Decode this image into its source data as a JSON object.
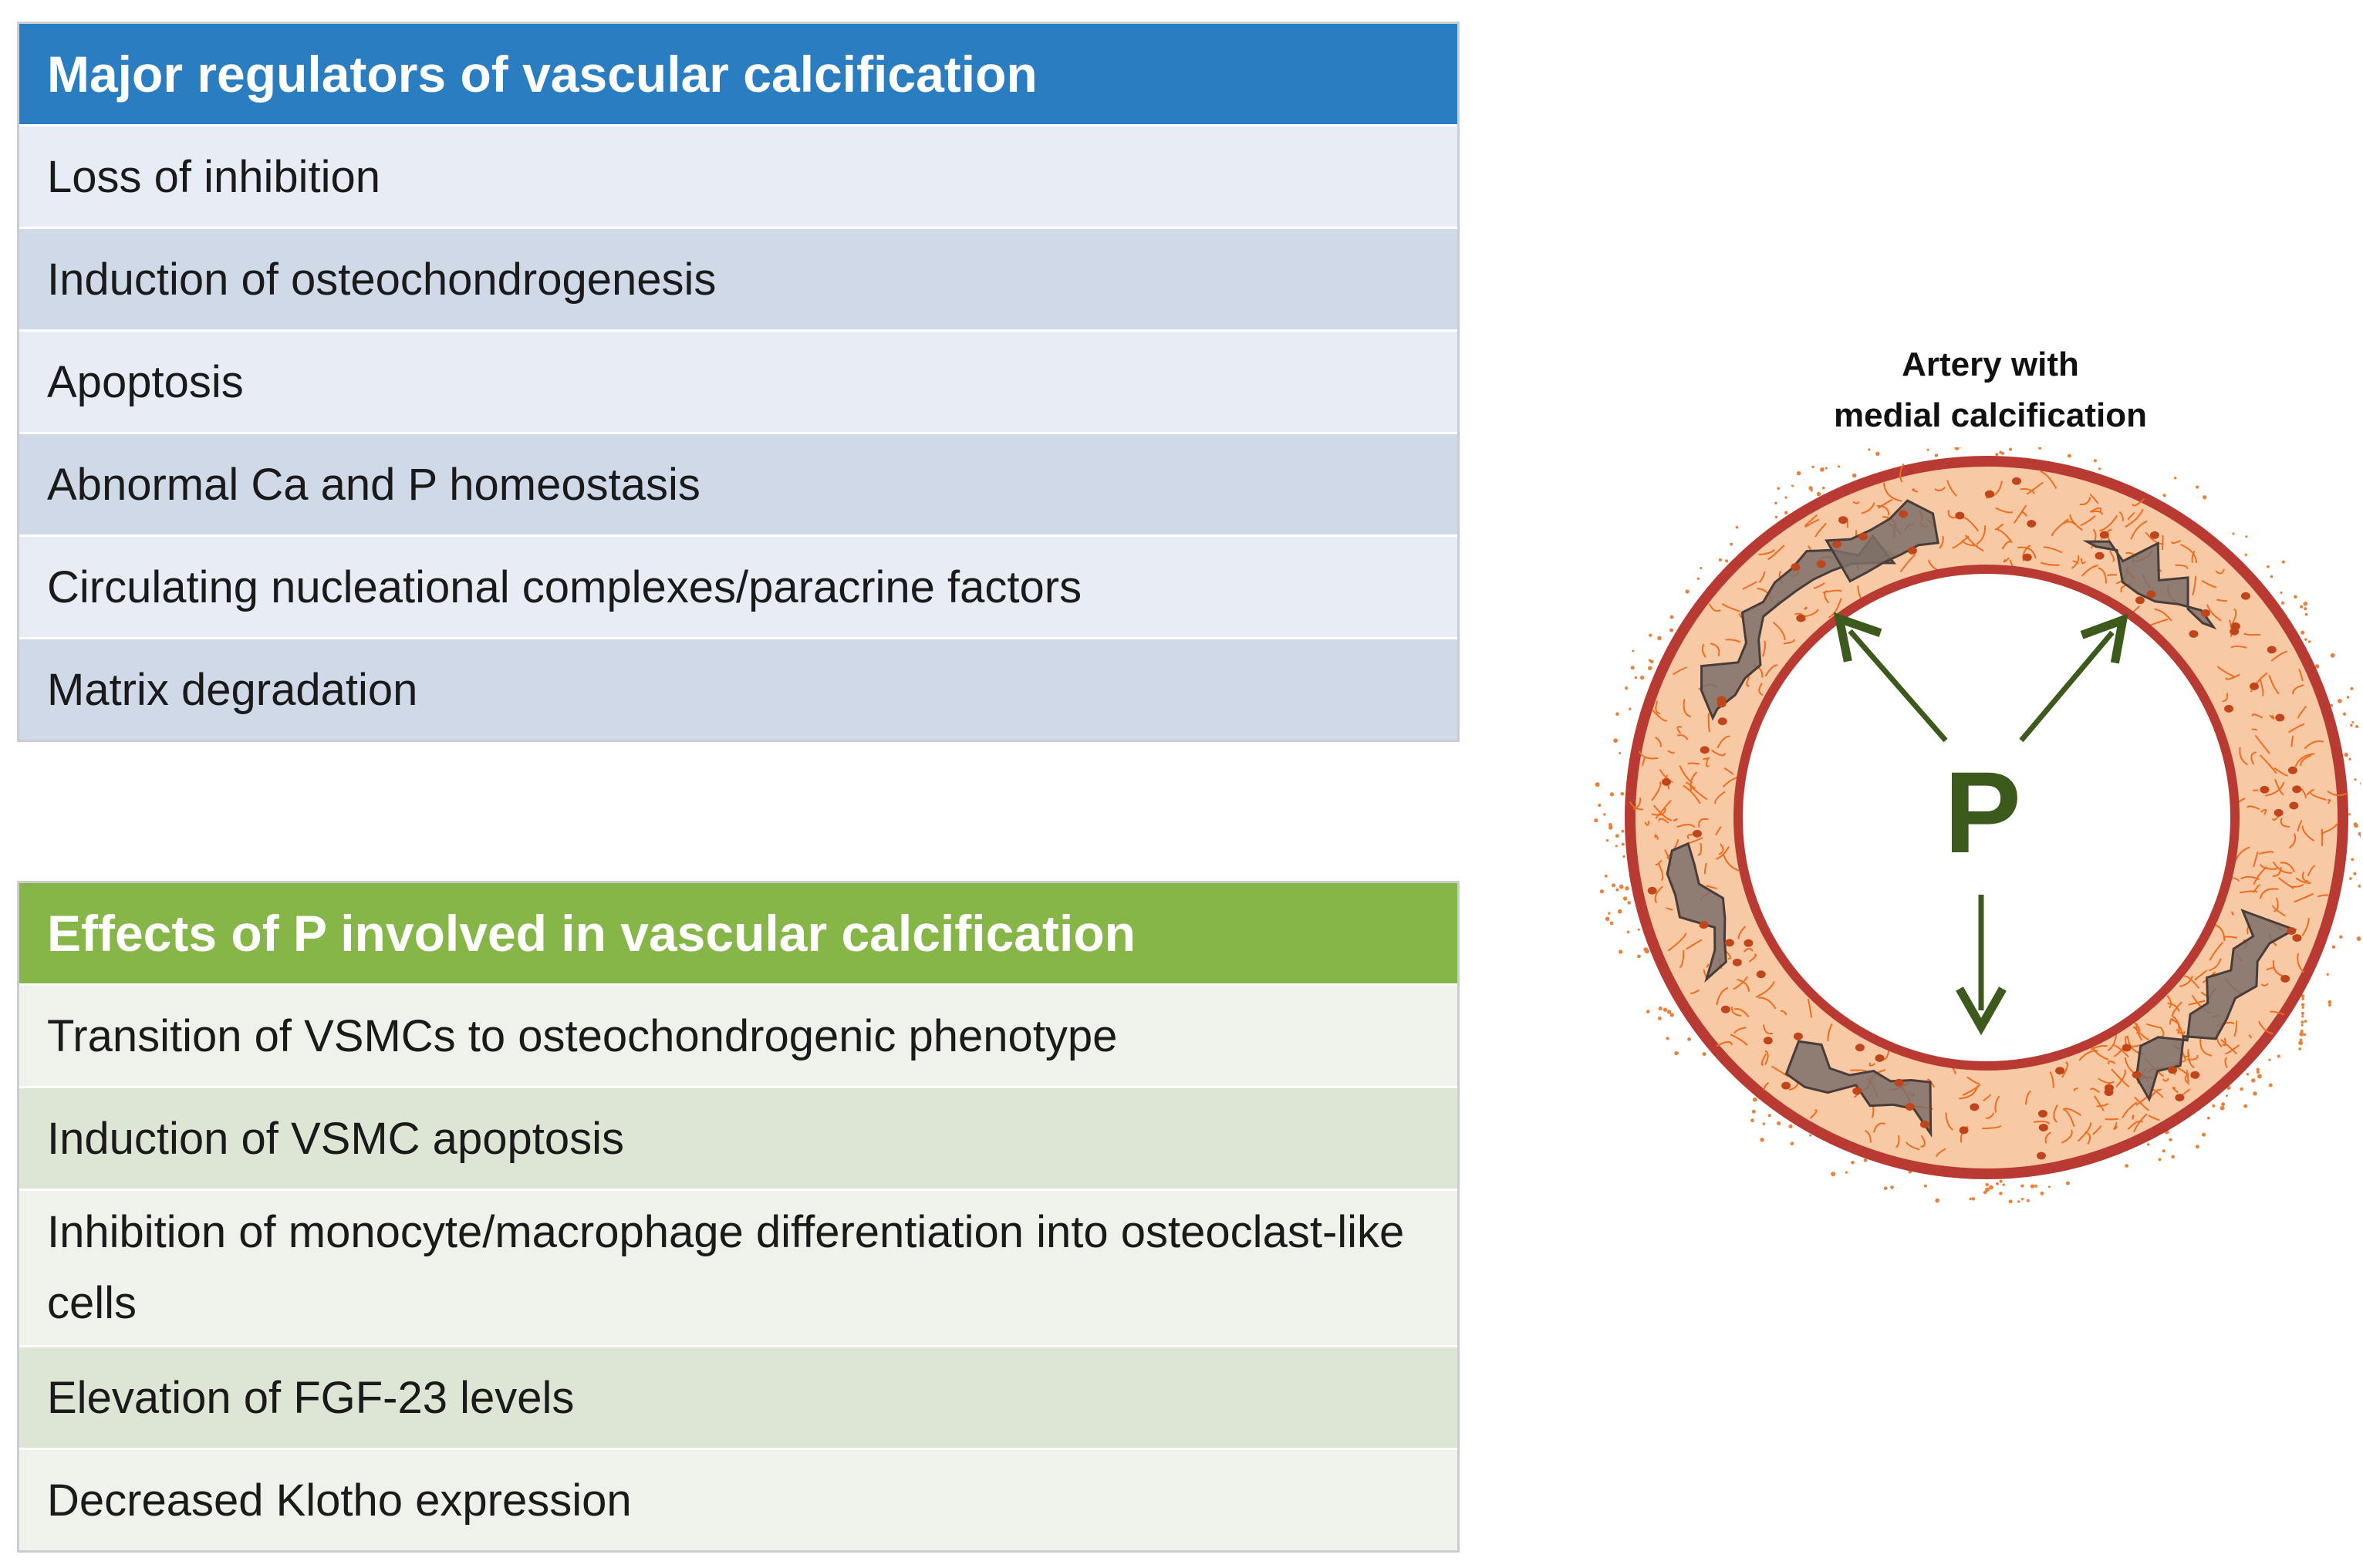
{
  "regulators_table": {
    "title": "Major regulators of vascular calcification",
    "rows": [
      "Loss of inhibition",
      "Induction of osteochondrogenesis",
      "Apoptosis",
      "Abnormal Ca and P homeostasis",
      "Circulating nucleational complexes/paracrine factors",
      "Matrix degradation"
    ]
  },
  "effects_table": {
    "title": "Effects of P involved in vascular calcification",
    "rows": [
      "Transition of VSMCs to osteochondrogenic phenotype",
      "Induction of VSMC apoptosis",
      "Inhibition of monocyte/macrophage differentiation into osteoclast-like cells",
      "Elevation of FGF-23 levels",
      "Decreased Klotho expression"
    ]
  },
  "artery": {
    "title_line1": "Artery with",
    "title_line2": "medial calcification",
    "center_label": "P"
  },
  "colors": {
    "regulators_header": "#2a7dc1",
    "effects_header": "#86b548",
    "vessel_wall": "#f7c9a5",
    "vessel_border": "#b83a32",
    "calcification": "#7d6e69",
    "arrow": "#3d5a1d"
  }
}
